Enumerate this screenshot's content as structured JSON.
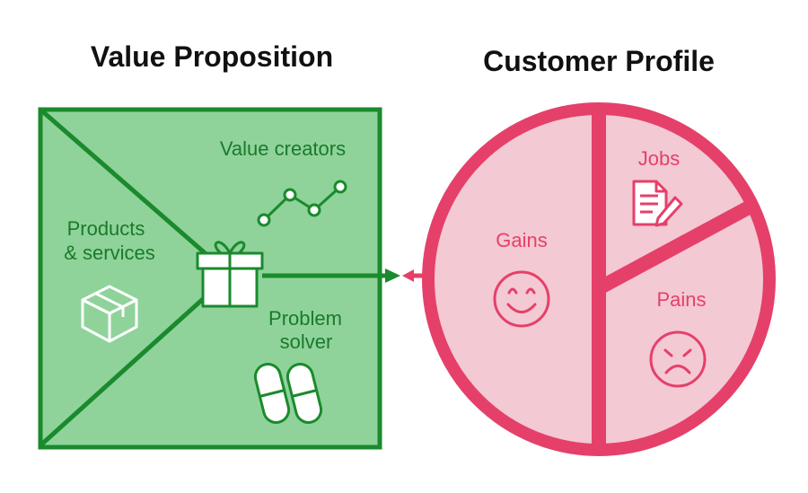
{
  "value_proposition": {
    "title": "Value Proposition",
    "segments": {
      "value_creators": "Value creators",
      "products_line1": "Products",
      "products_line2": "& services",
      "problem_line1": "Problem",
      "problem_line2": "solver"
    },
    "icons": [
      "line-chart-icon",
      "package-box-icon",
      "gift-icon",
      "pills-icon"
    ]
  },
  "customer_profile": {
    "title": "Customer Profile",
    "segments": {
      "jobs": "Jobs",
      "gains": "Gains",
      "pains": "Pains"
    },
    "icons": [
      "document-pen-icon",
      "smiley-face-icon",
      "sad-face-icon"
    ]
  },
  "colors": {
    "green_dark": "#1a8a2c",
    "green_fill": "#8fd39b",
    "pink_dark": "#e5406a",
    "pink_fill": "#f3c9d3"
  }
}
